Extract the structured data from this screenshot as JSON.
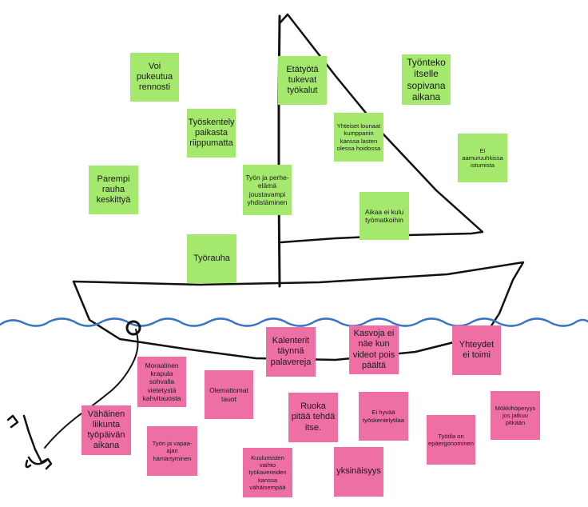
{
  "canvas": {
    "background": "#ffffff"
  },
  "colors": {
    "positive_note": "#a4e86e",
    "negative_note": "#ee6fa4",
    "water_line": "#3b74c4",
    "ink": "#111111"
  },
  "drawing": {
    "elements": [
      "sailboat-hull",
      "mast",
      "sail",
      "water-line",
      "anchor",
      "anchor-rope"
    ]
  },
  "green_notes": [
    {
      "id": "g1",
      "text": "Voi pukeutua rennosti"
    },
    {
      "id": "g2",
      "text": "Etätyötä tukevat työkalut"
    },
    {
      "id": "g3",
      "text": "Työnteko itselle sopivana aikana"
    },
    {
      "id": "g4",
      "text": "Työskentely paikasta riippumatta"
    },
    {
      "id": "g5",
      "text": "Yhteiset lounaat kumppanin kanssa lasten olessa hoidossa"
    },
    {
      "id": "g6",
      "text": "Ei aamuruuhkissa istumista"
    },
    {
      "id": "g7",
      "text": "Parempi rauha keskittyä"
    },
    {
      "id": "g8",
      "text": "Työn ja perhe-elämä joustavampi yhdistäminen"
    },
    {
      "id": "g9",
      "text": "Aikaa ei kulu työmatkoihin"
    },
    {
      "id": "g10",
      "text": "Työrauha"
    }
  ],
  "pink_notes": [
    {
      "id": "p1",
      "text": "Kalenterit täynnä palavereja"
    },
    {
      "id": "p2",
      "text": "Kasvoja ei näe kun videot pois päältä"
    },
    {
      "id": "p3",
      "text": "Yhteydet ei toimi"
    },
    {
      "id": "p4",
      "text": "Moraalinen krapula sohvalla vietetystä kahvitauosta"
    },
    {
      "id": "p5",
      "text": "Olemattomat tauot"
    },
    {
      "id": "p6",
      "text": "Ruoka pitää tehdä itse."
    },
    {
      "id": "p7",
      "text": "Ei hyvää työskentelytilaa"
    },
    {
      "id": "p8",
      "text": "Mökkihöperyys jos jatkuu pitkään"
    },
    {
      "id": "p9",
      "text": "Vähäinen liikunta työpäivän aikana"
    },
    {
      "id": "p10",
      "text": "Työn ja vapaa-ajan hämärtyminen"
    },
    {
      "id": "p11",
      "text": "Työtila on epäergonominen"
    },
    {
      "id": "p12",
      "text": "Kuulumisten vaihto työkavereiden kanssa vähäisempää"
    },
    {
      "id": "p13",
      "text": "yksinäisyys"
    }
  ]
}
